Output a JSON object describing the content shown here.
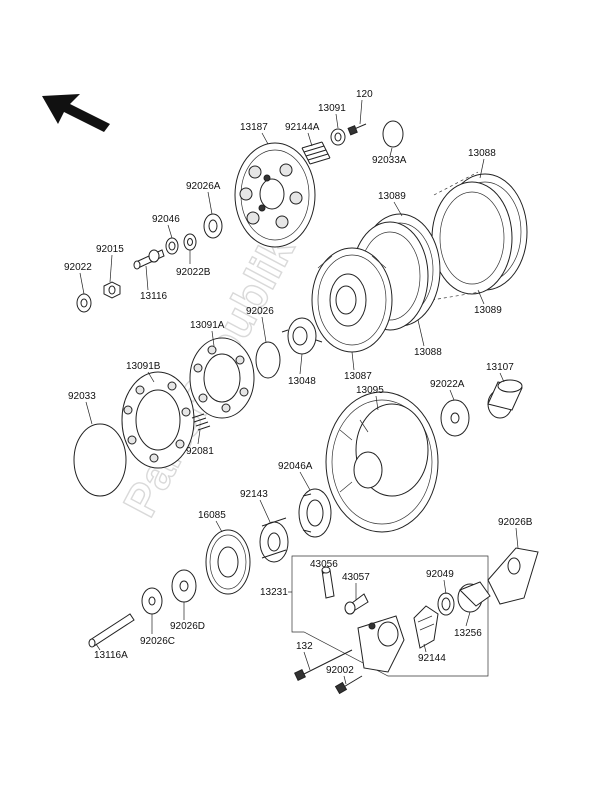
{
  "watermark": "PartsRepublik",
  "labels": [
    {
      "id": "120",
      "text": "120"
    },
    {
      "id": "13091",
      "text": "13091"
    },
    {
      "id": "13187",
      "text": "13187"
    },
    {
      "id": "92144A",
      "text": "92144A"
    },
    {
      "id": "92033A",
      "text": "92033A"
    },
    {
      "id": "13088a",
      "text": "13088"
    },
    {
      "id": "13089a",
      "text": "13089"
    },
    {
      "id": "92026A",
      "text": "92026A"
    },
    {
      "id": "92046",
      "text": "92046"
    },
    {
      "id": "92015",
      "text": "92015"
    },
    {
      "id": "92022",
      "text": "92022"
    },
    {
      "id": "92022B",
      "text": "92022B"
    },
    {
      "id": "13116",
      "text": "13116"
    },
    {
      "id": "13089b",
      "text": "13089"
    },
    {
      "id": "13088b",
      "text": "13088"
    },
    {
      "id": "92026",
      "text": "92026"
    },
    {
      "id": "13091A",
      "text": "13091A"
    },
    {
      "id": "13091B",
      "text": "13091B"
    },
    {
      "id": "13048",
      "text": "13048"
    },
    {
      "id": "13087",
      "text": "13087"
    },
    {
      "id": "13095",
      "text": "13095"
    },
    {
      "id": "92022A",
      "text": "92022A"
    },
    {
      "id": "13107",
      "text": "13107"
    },
    {
      "id": "92033",
      "text": "92033"
    },
    {
      "id": "92081",
      "text": "92081"
    },
    {
      "id": "92046A",
      "text": "92046A"
    },
    {
      "id": "92143",
      "text": "92143"
    },
    {
      "id": "16085",
      "text": "16085"
    },
    {
      "id": "92026B",
      "text": "92026B"
    },
    {
      "id": "43056",
      "text": "43056"
    },
    {
      "id": "43057",
      "text": "43057"
    },
    {
      "id": "92049",
      "text": "92049"
    },
    {
      "id": "13231",
      "text": "13231"
    },
    {
      "id": "13256",
      "text": "13256"
    },
    {
      "id": "92026D",
      "text": "92026D"
    },
    {
      "id": "92026C",
      "text": "92026C"
    },
    {
      "id": "13116A",
      "text": "13116A"
    },
    {
      "id": "92144",
      "text": "92144"
    },
    {
      "id": "132",
      "text": "132"
    },
    {
      "id": "92002",
      "text": "92002"
    }
  ]
}
